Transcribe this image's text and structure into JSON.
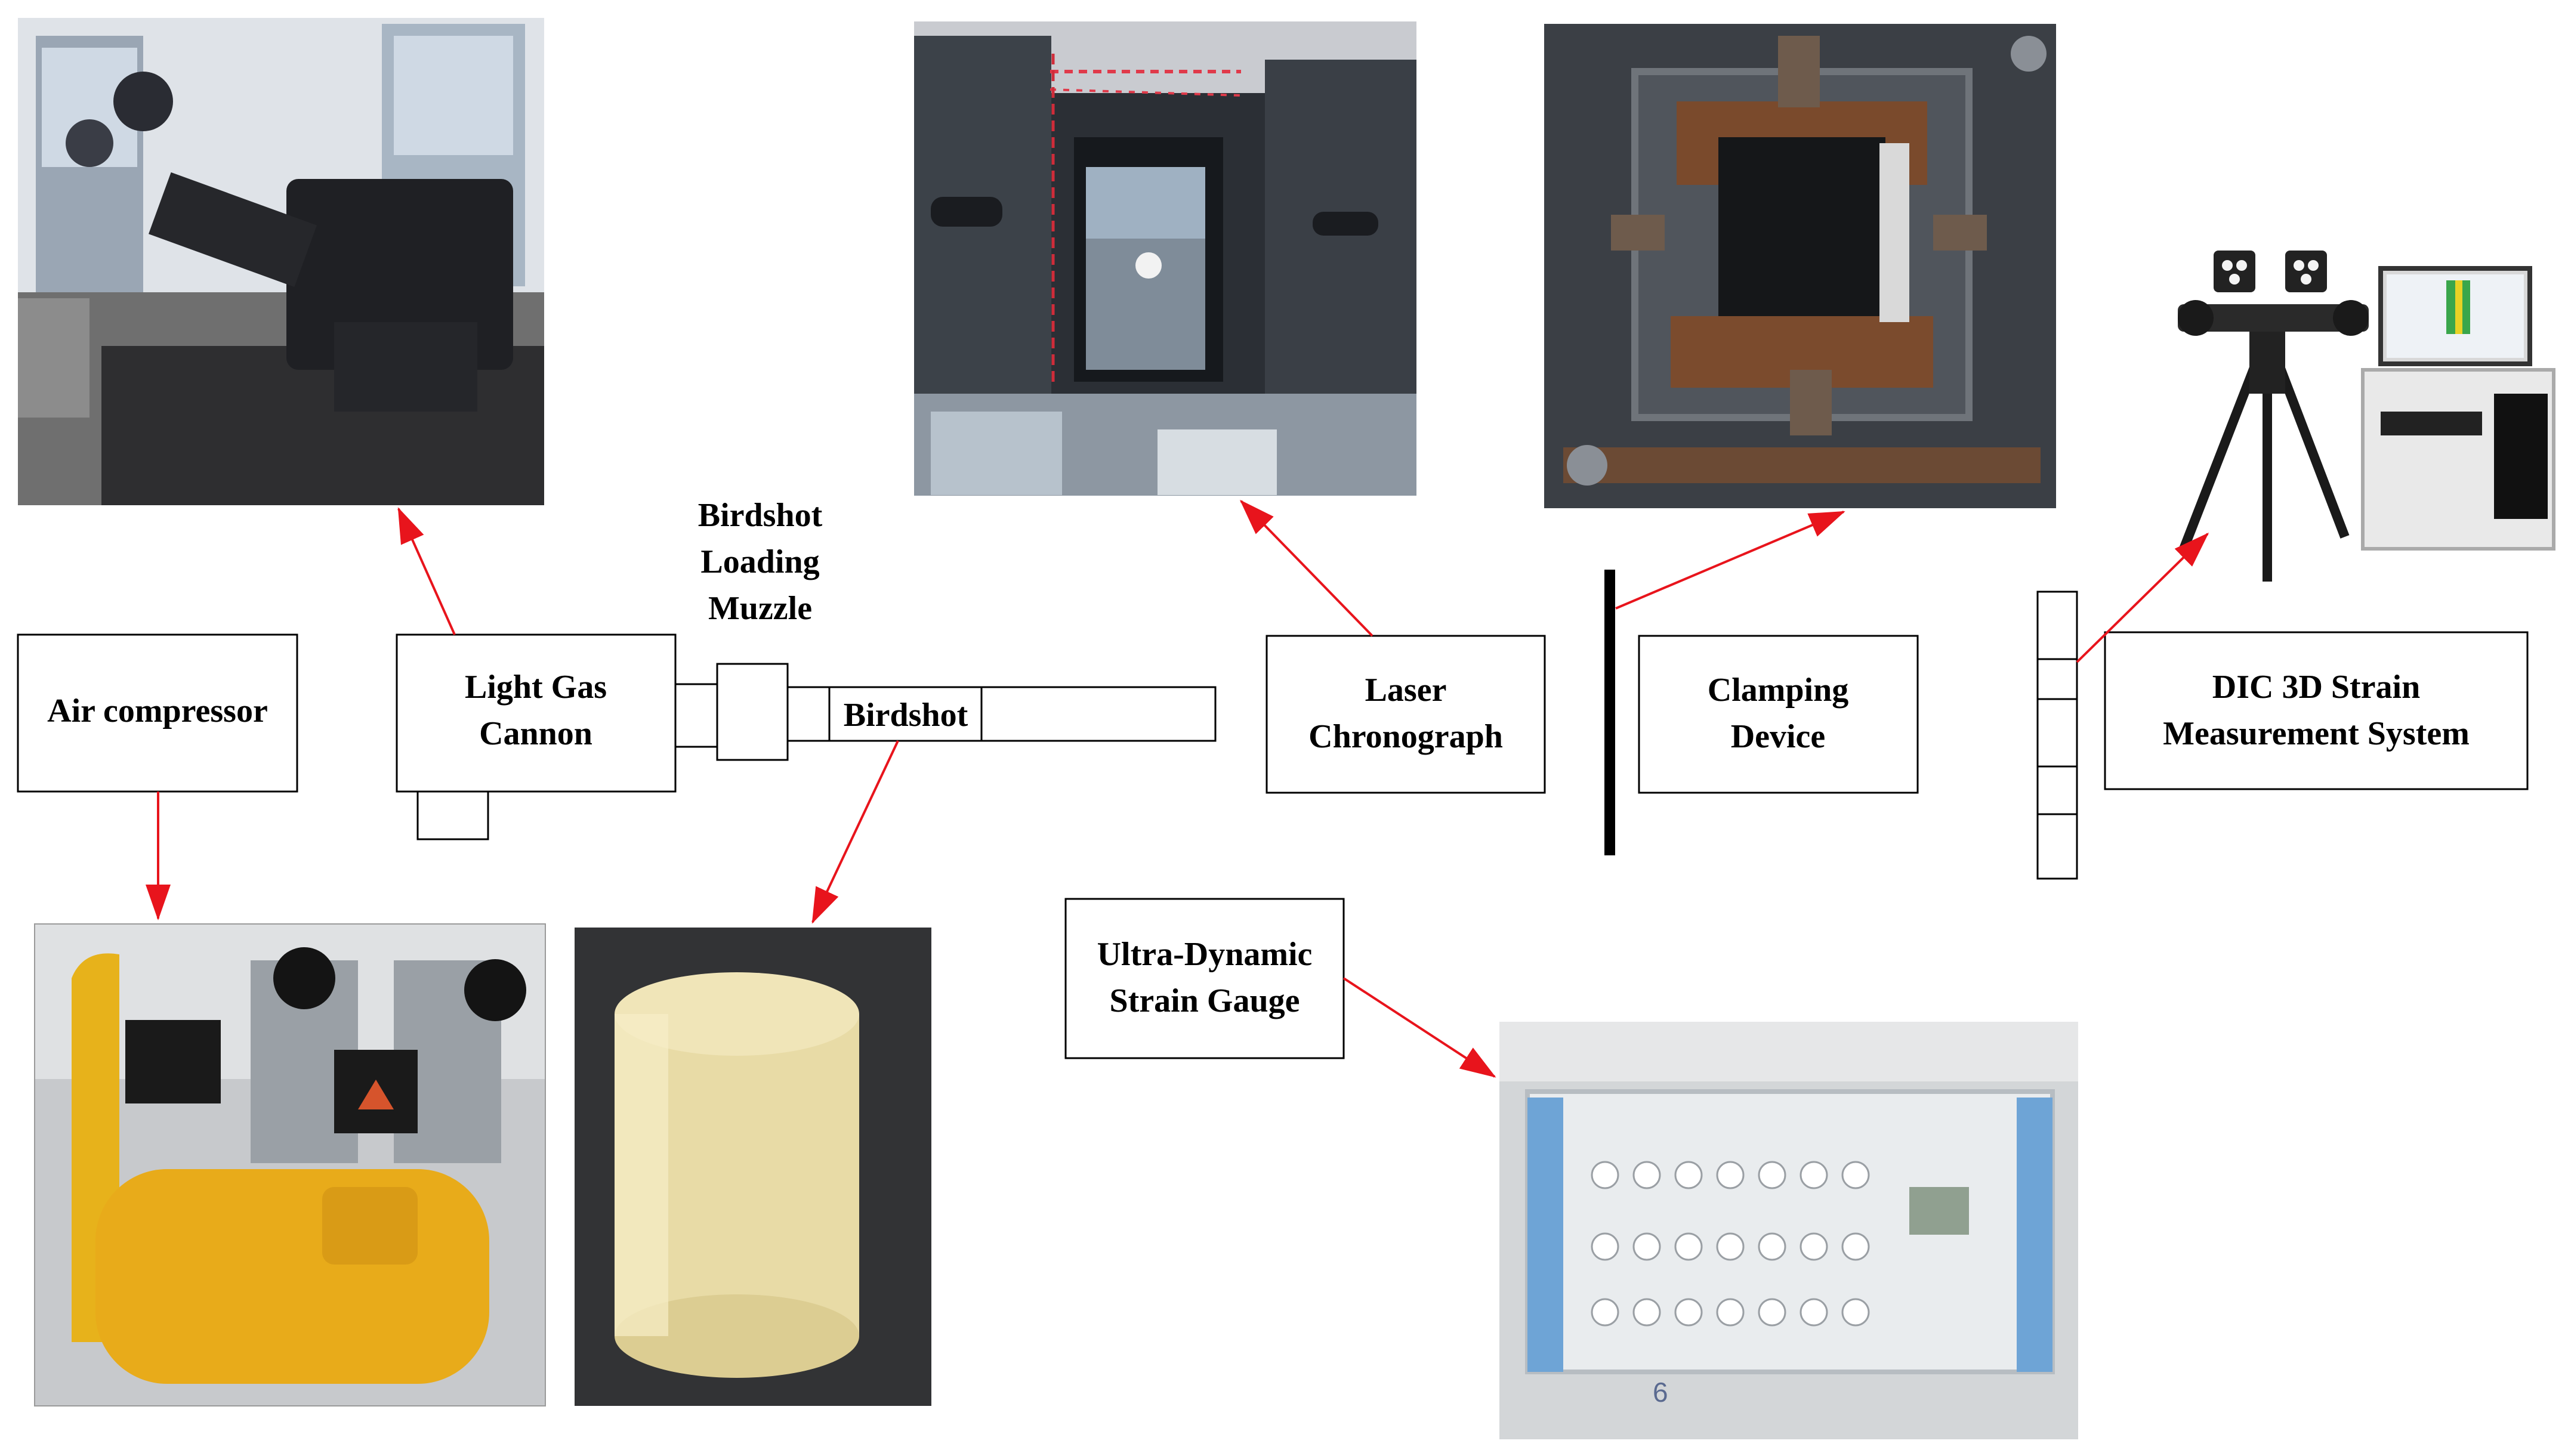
{
  "labels": {
    "air_compressor": "Air compressor",
    "light_gas_cannon": [
      "Light Gas",
      "Cannon"
    ],
    "loading_muzzle": [
      "Birdshot",
      "Loading",
      "Muzzle"
    ],
    "birdshot": "Birdshot",
    "laser_chronograph": [
      "Laser",
      "Chronograph"
    ],
    "clamping_device": [
      "Clamping",
      "Device"
    ],
    "dic_system": [
      "DIC 3D Strain",
      "Measurement System"
    ],
    "strain_gauge": [
      "Ultra-Dynamic",
      "Strain Gauge"
    ],
    "photo_gauge_mark": "6"
  },
  "colors": {
    "arrow": "#e8141c",
    "box_stroke": "#000000",
    "barrier": "#000000"
  },
  "photos": [
    {
      "name": "cannon-photo",
      "content": "light gas cannon apparatus"
    },
    {
      "name": "chronograph-photo",
      "content": "laser chronograph frame"
    },
    {
      "name": "clamping-photo",
      "content": "clamping device with specimen"
    },
    {
      "name": "dic-photo",
      "content": "DIC cameras on tripod and computer"
    },
    {
      "name": "compressor-photo",
      "content": "yellow air compressor"
    },
    {
      "name": "birdshot-photo",
      "content": "cylindrical gelatin birdshot"
    },
    {
      "name": "strain-gauge-photo",
      "content": "ultra-dynamic strain gauge unit"
    }
  ]
}
